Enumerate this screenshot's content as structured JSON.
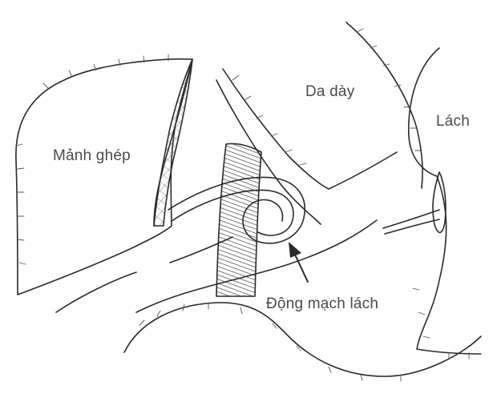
{
  "labels": {
    "graft": "Mảnh ghép",
    "stomach": "Da dày",
    "spleen": "Lách",
    "splenic_artery": "Động mạch lách"
  },
  "colors": {
    "ink": "#2a2a2a",
    "label": "#4a4a4a",
    "background": "#fefefe"
  }
}
